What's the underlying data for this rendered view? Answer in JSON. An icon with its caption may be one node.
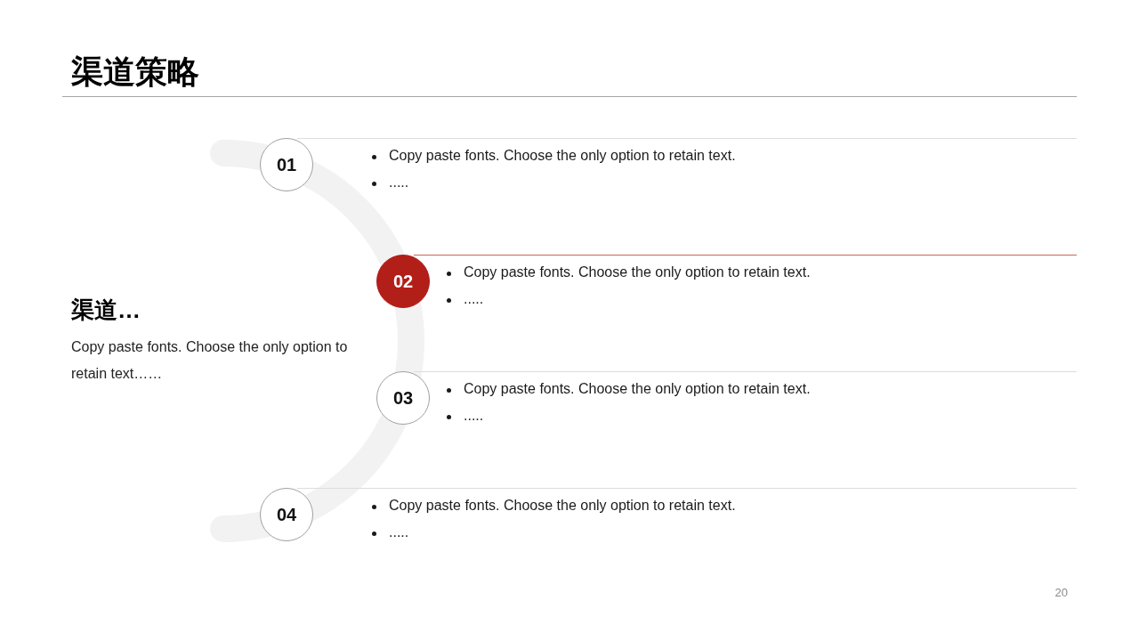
{
  "diagram": {
    "title": "渠道策略",
    "nodes": [
      {
        "text": [
          "01"
        ],
        "beside": [
          "Copy paste fonts. Choose the only option to retain text.",
          "....."
        ]
      },
      {
        "text": [
          "02"
        ],
        "beside": [
          "Copy paste fonts. Choose the only option to retain text.",
          "....."
        ]
      },
      {
        "text": [
          "03"
        ],
        "beside": [
          "Copy paste fonts. Choose the only option to retain text.",
          "....."
        ]
      },
      {
        "text": [
          "04"
        ],
        "beside": [
          "Copy paste fonts. Choose the only option to retain text.",
          "....."
        ]
      }
    ],
    "labels": [
      "渠道…",
      "Copy paste fonts. Choose the only option to retain text……",
      "20"
    ]
  }
}
